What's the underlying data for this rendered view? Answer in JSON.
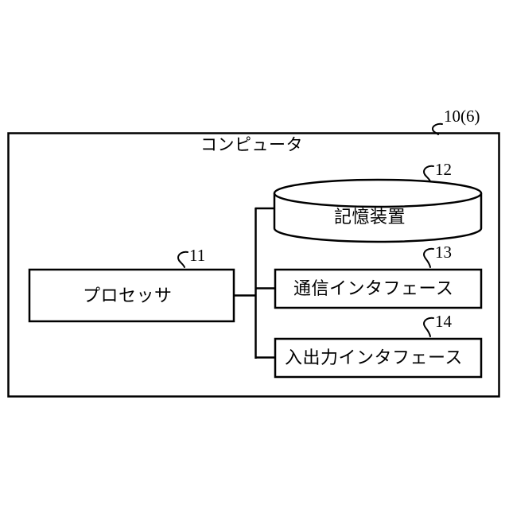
{
  "diagram": {
    "type": "patent-block-diagram",
    "background_color": "#ffffff",
    "line_color": "#000000",
    "frame": {
      "title": "コンピュータ",
      "reference_number": "10(6)"
    },
    "blocks": [
      {
        "id": "processor",
        "label": "プロセッサ",
        "reference_number": "11",
        "shape": "rectangle"
      },
      {
        "id": "storage-device",
        "label": "記憶装置",
        "reference_number": "12",
        "shape": "cylinder"
      },
      {
        "id": "communication-interface",
        "label": "通信インタフェース",
        "reference_number": "13",
        "shape": "rectangle"
      },
      {
        "id": "io-interface",
        "label": "入出力インタフェース",
        "reference_number": "14",
        "shape": "rectangle"
      }
    ],
    "connections": [
      {
        "from": "processor",
        "to": "bus"
      },
      {
        "from": "bus",
        "to": "storage-device"
      },
      {
        "from": "bus",
        "to": "communication-interface"
      },
      {
        "from": "bus",
        "to": "io-interface"
      }
    ]
  }
}
